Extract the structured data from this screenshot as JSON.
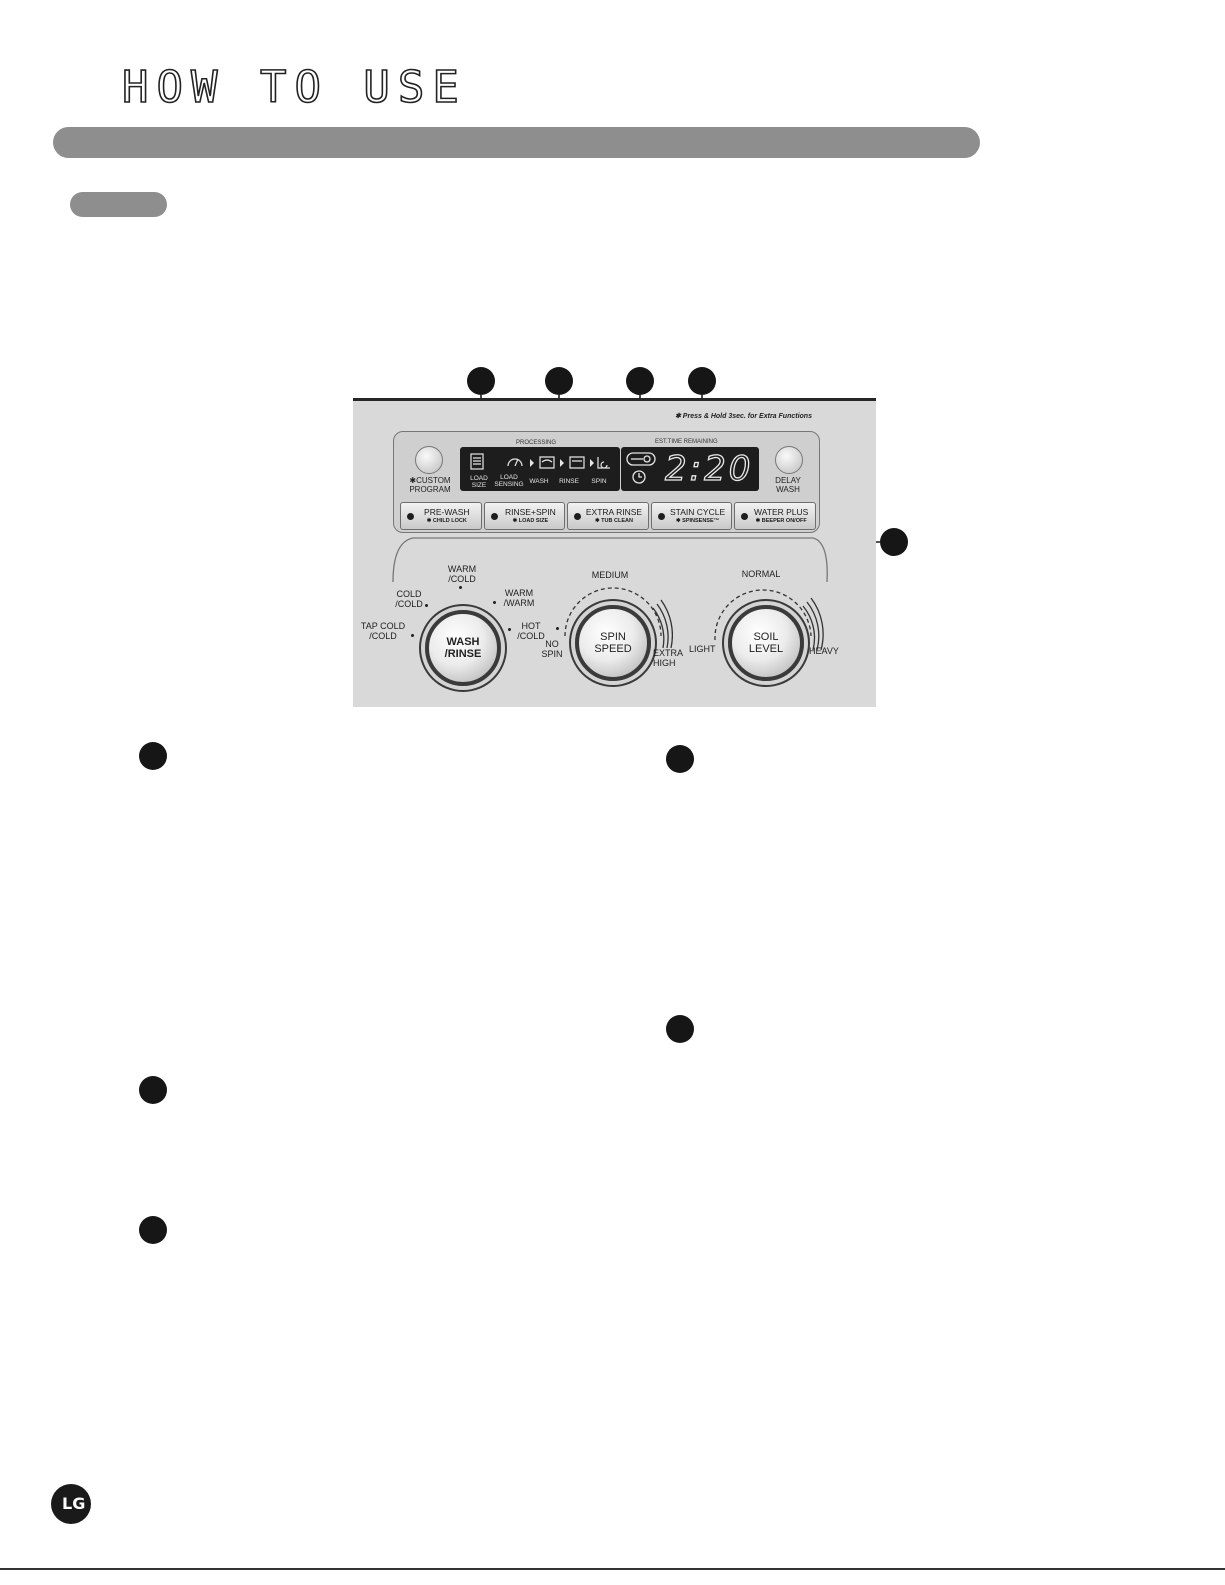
{
  "header": {
    "title": "HOW TO USE"
  },
  "panel": {
    "note": "✱ Press & Hold 3sec.  for Extra Functions",
    "processing_label": "PROCESSING",
    "time_label": "EST.TIME REMAINING",
    "display": {
      "load_size": "LOAD\nSIZE",
      "steps": [
        "LOAD\nSENSING",
        "WASH",
        "RINSE",
        "SPIN"
      ],
      "time": "2:20"
    },
    "left_button": "✱CUSTOM\nPROGRAM",
    "right_button": "DELAY\nWASH",
    "options": [
      {
        "main": "PRE-WASH",
        "sub": "✱ CHILD LOCK"
      },
      {
        "main": "RINSE+SPIN",
        "sub": "✱ LOAD SIZE"
      },
      {
        "main": "EXTRA RINSE",
        "sub": "✱ TUB CLEAN"
      },
      {
        "main": "STAIN CYCLE",
        "sub": "✱ SPINSENSE™"
      },
      {
        "main": "WATER PLUS",
        "sub": "✱ BEEPER ON/OFF"
      }
    ],
    "knobs": {
      "wash": {
        "label": "WASH\n/RINSE",
        "settings": [
          "TAP COLD\n/COLD",
          "COLD\n/COLD",
          "WARM\n/COLD",
          "WARM\n/WARM",
          "HOT\n/COLD"
        ]
      },
      "spin": {
        "label": "SPIN\nSPEED",
        "settings": [
          "NO\nSPIN",
          "MEDIUM",
          "EXTRA\nHIGH"
        ]
      },
      "soil": {
        "label": "SOIL\nLEVEL",
        "settings": [
          "LIGHT",
          "NORMAL",
          "HEAVY"
        ]
      }
    }
  },
  "logo": {
    "text": "LG"
  }
}
